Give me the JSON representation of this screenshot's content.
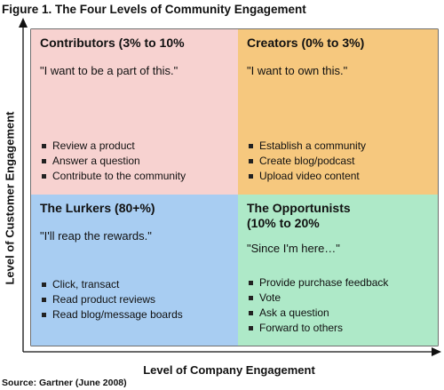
{
  "figure_title": "Figure 1. The Four Levels of Community Engagement",
  "y_axis_label": "Level of Customer Engagement",
  "x_axis_label": "Level of Company Engagement",
  "source": "Source: Gartner (June 2008)",
  "colors": {
    "contributors": "#f7d2d0",
    "creators": "#f6c87e",
    "lurkers": "#a8cdf2",
    "opportunists": "#aee9c8",
    "border": "#111111"
  },
  "quadrants": {
    "contributors": {
      "title": "Contributors (3% to 10%",
      "quote": "\"I want to be a part of this.\"",
      "bullets": [
        "Review a product",
        "Answer a question",
        "Contribute to the community"
      ]
    },
    "creators": {
      "title": "Creators (0% to 3%)",
      "quote": "\"I want to own this.\"",
      "bullets": [
        "Establish a community",
        "Create blog/podcast",
        "Upload video content"
      ]
    },
    "lurkers": {
      "title": "The Lurkers (80+%)",
      "quote": "\"I'll reap the rewards.\"",
      "bullets": [
        "Click, transact",
        "Read product reviews",
        "Read blog/message boards"
      ]
    },
    "opportunists": {
      "title_line1": "The Opportunists",
      "title_line2": "(10% to 20%",
      "quote": "\"Since I'm here…\"",
      "bullets": [
        "Provide purchase feedback",
        "Vote",
        "Ask a question",
        "Forward to others"
      ]
    }
  }
}
